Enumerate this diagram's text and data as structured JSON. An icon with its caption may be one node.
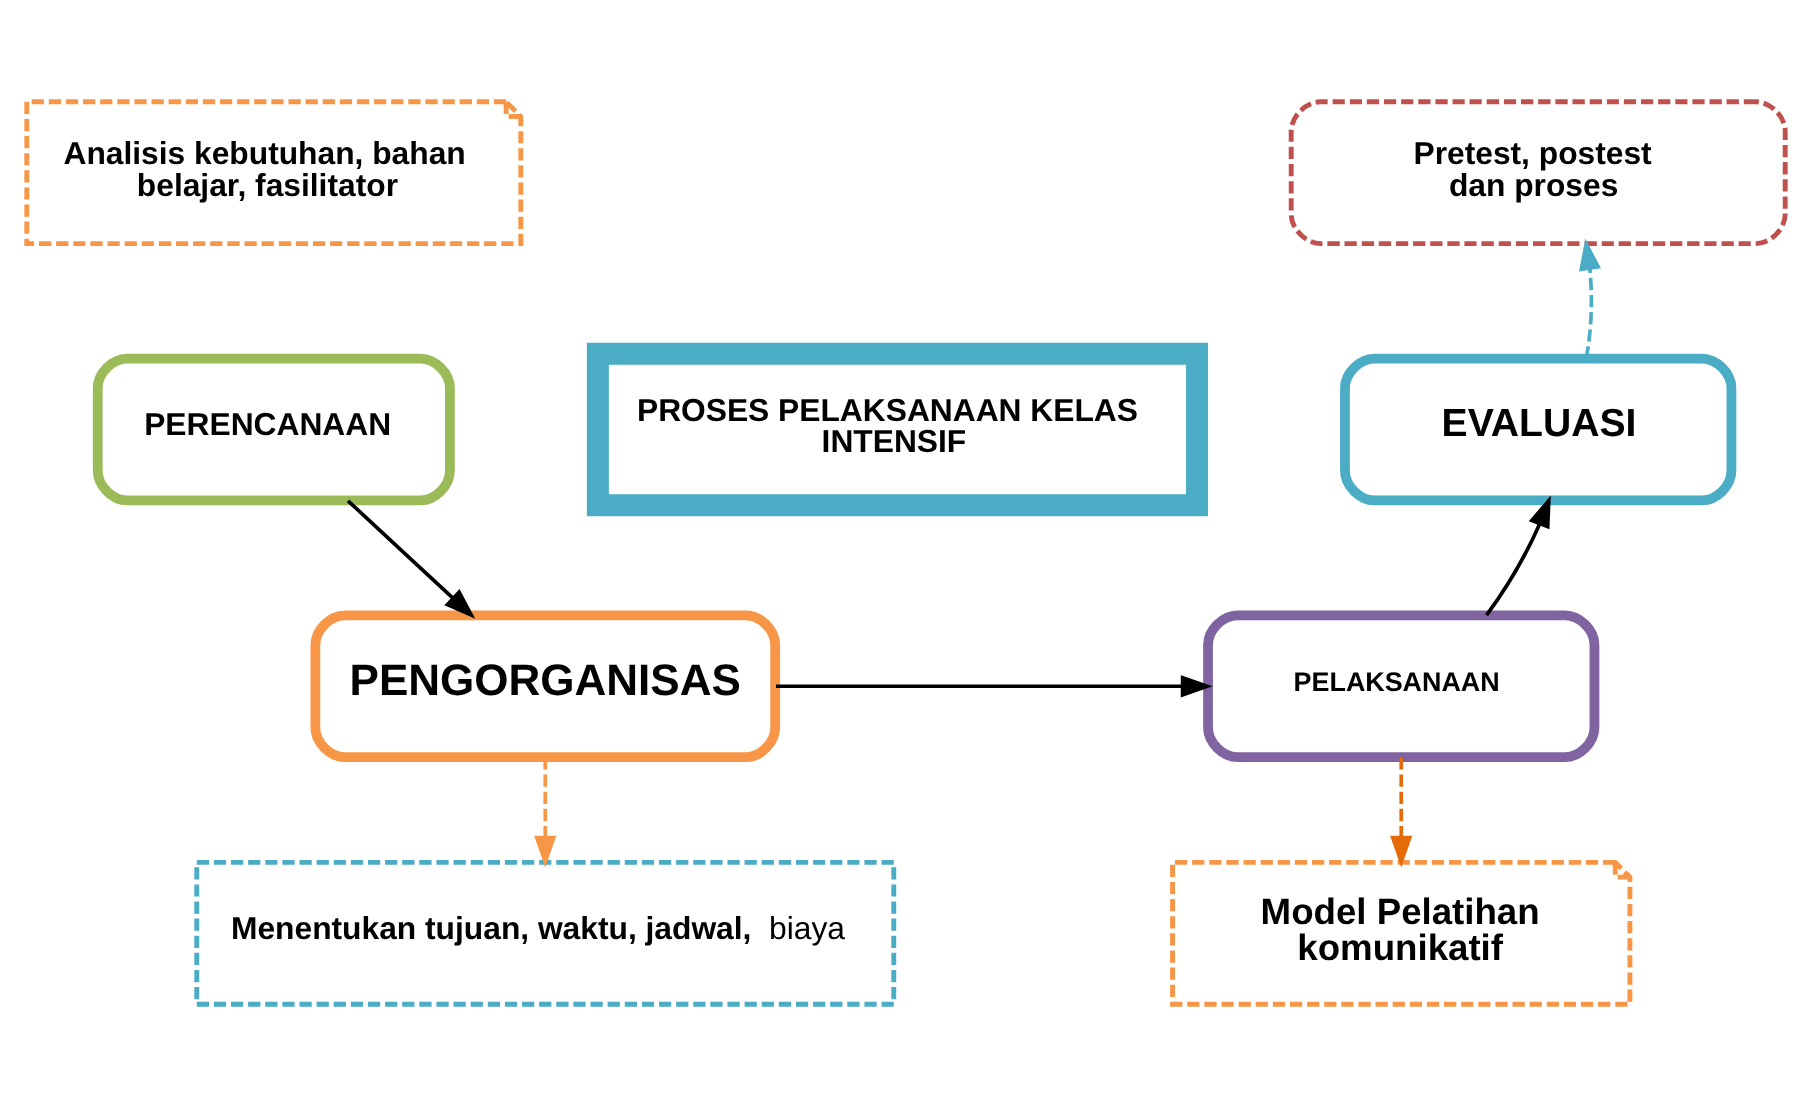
{
  "diagram": {
    "nodes": [
      {
        "text": [
          "Analisis kebutuhan, bahan belajar, fasilitator"
        ]
      },
      {
        "text": [
          "PERENCANAAN"
        ]
      },
      {
        "text": [
          "PROSES PELAKSANAAN KELAS INTENSIF"
        ]
      },
      {
        "text": [
          "Pretest, postest dan proses"
        ]
      },
      {
        "text": [
          "EVALUASI"
        ]
      },
      {
        "text": [
          "PENGORGANISAS"
        ]
      },
      {
        "text": [
          "PELAKSANAAN"
        ]
      },
      {
        "text": [
          "**Menentukan tujuan, waktu, jadwal,** biaya"
        ]
      },
      {
        "text": [
          "Model Pelatihan komunikatif"
        ]
      }
    ],
    "edges": [
      {
        "from": 1,
        "to": 5,
        "arrow": "to"
      },
      {
        "from": 5,
        "to": 6,
        "arrow": "to"
      },
      {
        "from": 6,
        "to": 4,
        "arrow": "to"
      },
      {
        "from": 4,
        "to": 3,
        "arrow": "to",
        "style": "dashed",
        "color": "#4bacc6"
      },
      {
        "from": 5,
        "to": 7,
        "arrow": "to",
        "style": "dashed",
        "color": "#f79646"
      },
      {
        "from": 6,
        "to": 8,
        "arrow": "to",
        "style": "dashed",
        "color": "#e36c09"
      }
    ]
  }
}
